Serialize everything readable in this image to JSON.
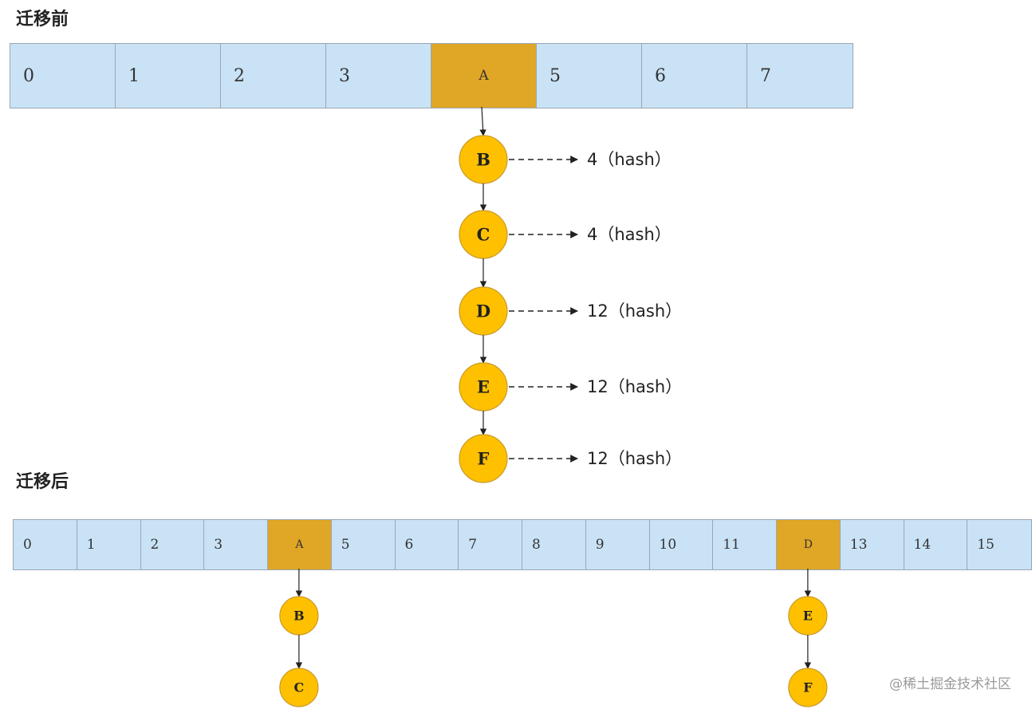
{
  "before": {
    "title": "迁移前",
    "cells": [
      "0",
      "1",
      "2",
      "3",
      "A",
      "5",
      "6",
      "7"
    ],
    "highlight_index": 4,
    "chain": [
      {
        "label": "B",
        "hash": "4（hash）"
      },
      {
        "label": "C",
        "hash": "4（hash）"
      },
      {
        "label": "D",
        "hash": "12（hash）"
      },
      {
        "label": "E",
        "hash": "12（hash）"
      },
      {
        "label": "F",
        "hash": "12（hash）"
      }
    ]
  },
  "after": {
    "title": "迁移后",
    "cells": [
      "0",
      "1",
      "2",
      "3",
      "A",
      "5",
      "6",
      "7",
      "8",
      "9",
      "10",
      "11",
      "D",
      "13",
      "14",
      "15"
    ],
    "highlight_indices": [
      4,
      12
    ],
    "chains": [
      {
        "bucket_index": 4,
        "nodes": [
          "B",
          "C"
        ]
      },
      {
        "bucket_index": 12,
        "nodes": [
          "E",
          "F"
        ]
      }
    ]
  },
  "watermark": "@稀土掘金技术社区",
  "colors": {
    "cell": "#c9e2f6",
    "highlight": "#e0a625",
    "node": "#ffc000"
  }
}
